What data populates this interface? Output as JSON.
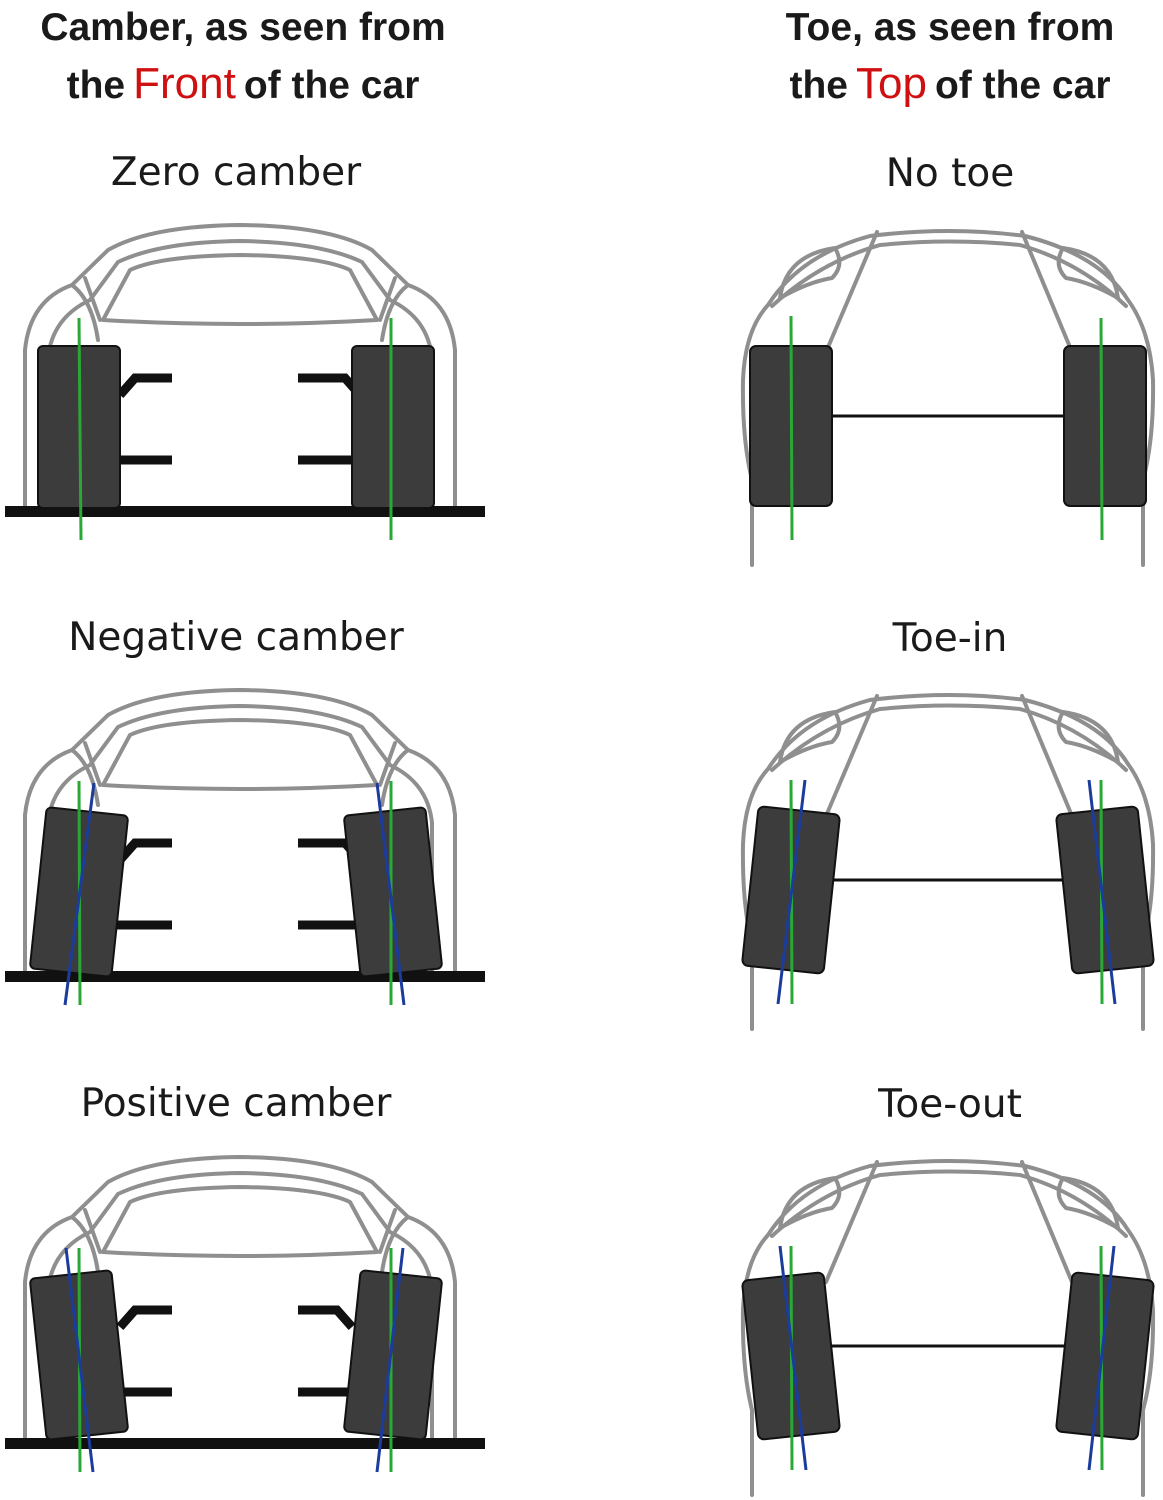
{
  "headers": {
    "camber": {
      "before": "Camber, as seen from",
      "the": "the",
      "highlight": "Front",
      "after": "of the car"
    },
    "toe": {
      "before": "Toe, as seen from",
      "the": "the",
      "highlight": "Top",
      "after": "of the car"
    }
  },
  "panels": {
    "camber": [
      {
        "title": "Zero camber"
      },
      {
        "title": "Negative camber"
      },
      {
        "title": "Positive camber"
      }
    ],
    "toe": [
      {
        "title": "No toe"
      },
      {
        "title": "Toe-in"
      },
      {
        "title": "Toe-out"
      }
    ]
  },
  "colors": {
    "highlight": "#d01010",
    "reference_line": "#2aa836",
    "angle_line": "#1b3c9c",
    "tire": "#3c3c3c",
    "body_outline": "#8f8f8f"
  }
}
